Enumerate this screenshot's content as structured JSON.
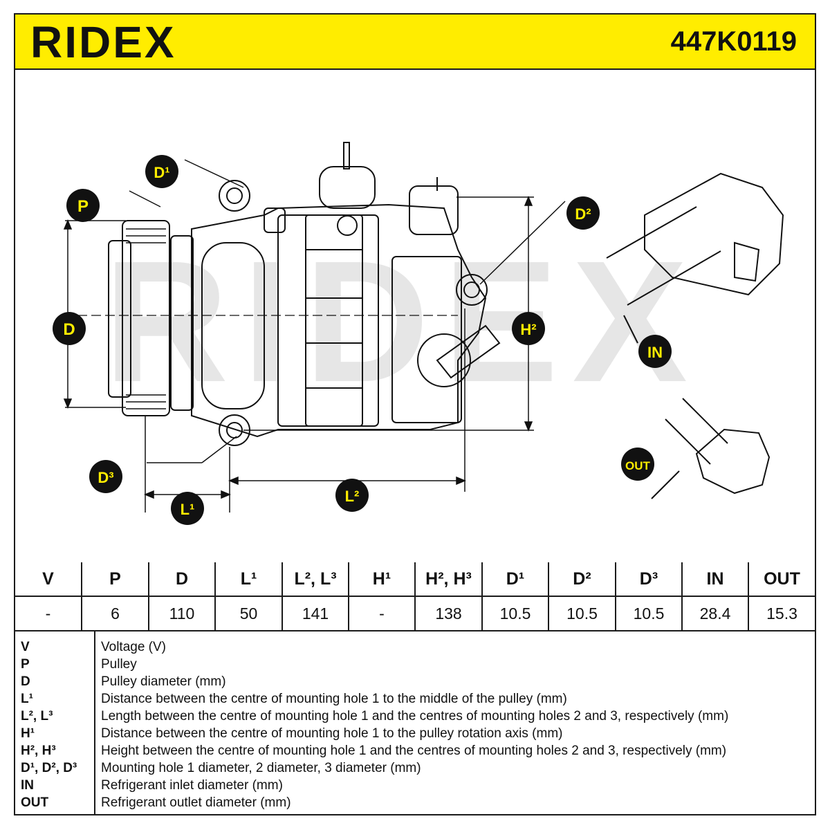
{
  "header": {
    "brand": "RIDEX",
    "part_number": "447K0119"
  },
  "drawing": {
    "callouts": {
      "p": "P",
      "d": "D",
      "d1": "D¹",
      "d2": "D²",
      "d3": "D³",
      "l1": "L¹",
      "l2": "L²",
      "h2": "H²",
      "in": "IN",
      "out": "OUT"
    },
    "watermark": "RIDEX"
  },
  "specs": {
    "headers": [
      "V",
      "P",
      "D",
      "L¹",
      "L², L³",
      "H¹",
      "H², H³",
      "D¹",
      "D²",
      "D³",
      "IN",
      "OUT"
    ],
    "values": [
      "-",
      "6",
      "110",
      "50",
      "141",
      "-",
      "138",
      "10.5",
      "10.5",
      "10.5",
      "28.4",
      "15.3"
    ]
  },
  "legend": [
    {
      "key": "V",
      "desc": "Voltage (V)"
    },
    {
      "key": "P",
      "desc": "Pulley"
    },
    {
      "key": "D",
      "desc": "Pulley diameter (mm)"
    },
    {
      "key": "L¹",
      "desc": "Distance between the centre of mounting hole 1 to the middle of the pulley (mm)"
    },
    {
      "key": "L², L³",
      "desc": "Length between the centre of mounting hole 1 and the centres of mounting holes 2 and 3, respectively (mm)"
    },
    {
      "key": "H¹",
      "desc": "Distance between the centre of mounting hole 1 to the pulley rotation axis (mm)"
    },
    {
      "key": "H², H³",
      "desc": "Height between the centre of mounting hole 1 and the centres of mounting holes 2 and 3, respectively (mm)"
    },
    {
      "key": "D¹, D², D³",
      "desc": "Mounting hole 1 diameter, 2 diameter, 3 diameter (mm)"
    },
    {
      "key": "IN",
      "desc": "Refrigerant inlet diameter (mm)"
    },
    {
      "key": "OUT",
      "desc": "Refrigerant outlet diameter (mm)"
    }
  ],
  "colors": {
    "brand_yellow": "#ffed00",
    "callout_fill": "#111111",
    "callout_text": "#ffed00"
  }
}
